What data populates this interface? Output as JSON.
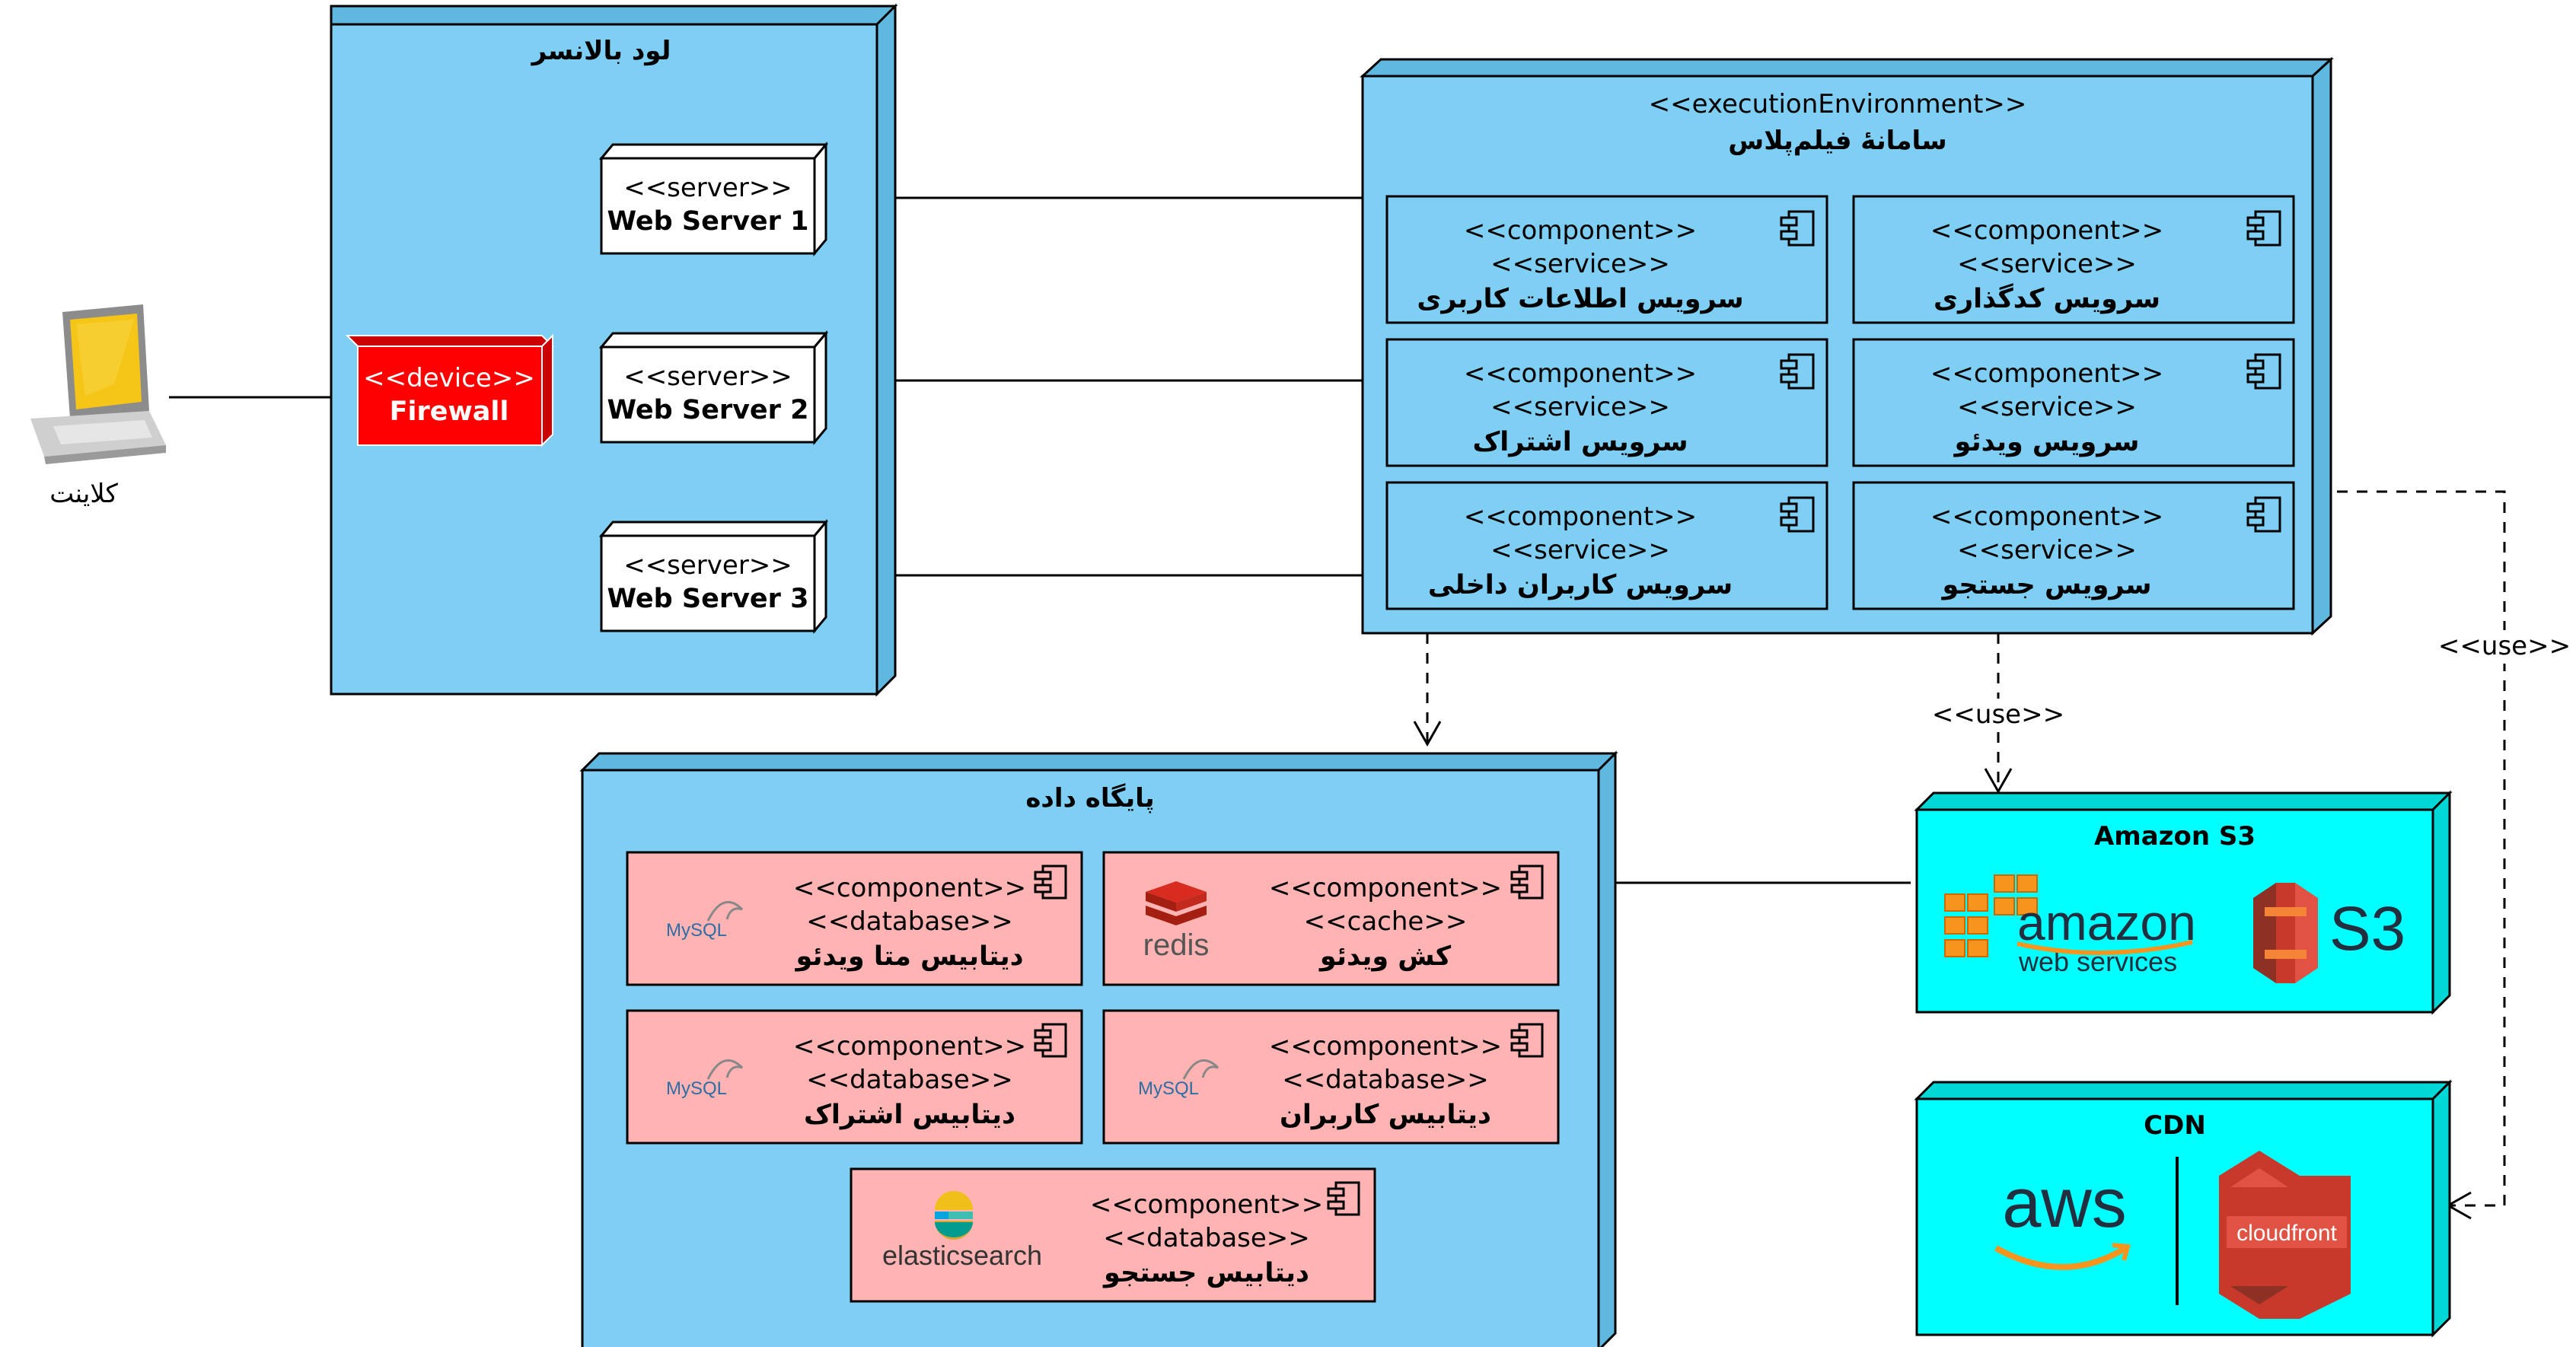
{
  "client": {
    "label": "کلاینت"
  },
  "load_balancer": {
    "title": "لود بالانسر",
    "firewall": {
      "stereotype": "<<device>>",
      "name": "Firewall"
    },
    "servers": [
      {
        "stereotype": "<<server>>",
        "name": "Web Server 1"
      },
      {
        "stereotype": "<<server>>",
        "name": "Web Server 2"
      },
      {
        "stereotype": "<<server>>",
        "name": "Web Server 3"
      }
    ]
  },
  "execution_env": {
    "stereotype": "<<executionEnvironment>>",
    "title": "سامانهٔ فیلم‌پلاس",
    "components": [
      {
        "stereotype": "<<component>>",
        "sub": "<<service>>",
        "name": "سرویس اطلاعات کاربری"
      },
      {
        "stereotype": "<<component>>",
        "sub": "<<service>>",
        "name": "سرویس کدگذاری"
      },
      {
        "stereotype": "<<component>>",
        "sub": "<<service>>",
        "name": "سرویس اشتراک"
      },
      {
        "stereotype": "<<component>>",
        "sub": "<<service>>",
        "name": "سرویس ویدئو"
      },
      {
        "stereotype": "<<component>>",
        "sub": "<<service>>",
        "name": "سرویس کاربران داخلی"
      },
      {
        "stereotype": "<<component>>",
        "sub": "<<service>>",
        "name": "سرویس جستجو"
      }
    ]
  },
  "database": {
    "title": "پایگاه داده",
    "components": [
      {
        "stereotype": "<<component>>",
        "sub": "<<database>>",
        "name": "دیتابیس متا ویدئو",
        "logo": "MySQL"
      },
      {
        "stereotype": "<<component>>",
        "sub": "<<cache>>",
        "name": "کش ویدئو",
        "logo": "redis"
      },
      {
        "stereotype": "<<component>>",
        "sub": "<<database>>",
        "name": "دیتابیس اشتراک",
        "logo": "MySQL"
      },
      {
        "stereotype": "<<component>>",
        "sub": "<<database>>",
        "name": "دیتابیس کاربران",
        "logo": "MySQL"
      },
      {
        "stereotype": "<<component>>",
        "sub": "<<database>>",
        "name": "دیتابیس جستجو",
        "logo": "elasticsearch"
      }
    ]
  },
  "s3": {
    "title": "Amazon S3",
    "logo_amazon": "amazon",
    "logo_webservices": "web services",
    "logo_s3": "S3"
  },
  "cdn": {
    "title": "CDN",
    "logo_aws": "aws",
    "logo_cloudfront": "cloudfront"
  },
  "edges": {
    "use_label_s3": "<<use>>",
    "use_label_cdn": "<<use>>"
  },
  "colors": {
    "node_fill": "#7ecff3",
    "node_side": "#5fb8e0",
    "firewall": "#ff0000",
    "db_component": "#ffb3b3",
    "cyan_node": "#00ffff"
  }
}
